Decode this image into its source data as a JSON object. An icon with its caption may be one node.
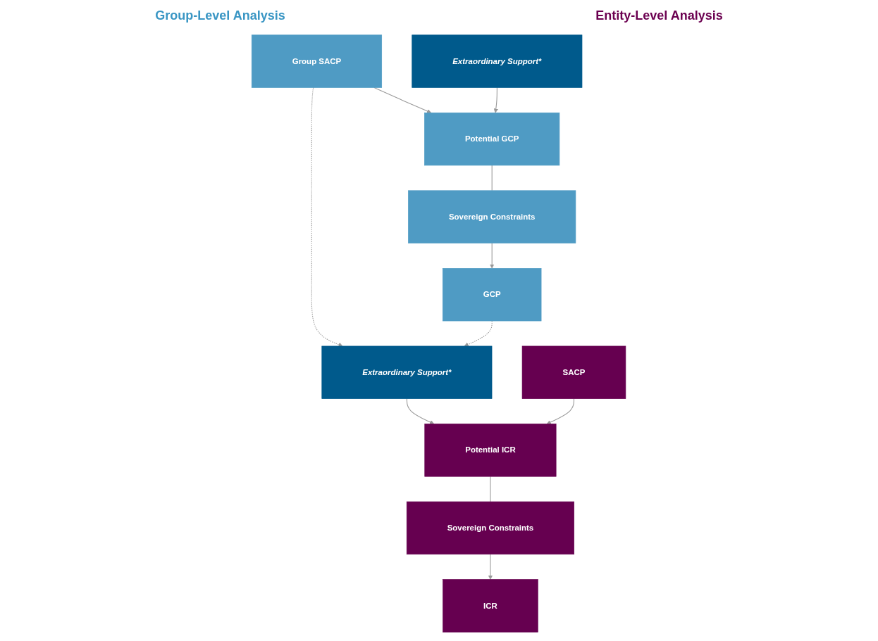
{
  "diagram": {
    "nodes": [
      {
        "text": [
          "Group SACP"
        ]
      },
      {
        "text": [
          "Extraordinary Support*"
        ]
      },
      {
        "text": [
          "Potential GCP"
        ]
      },
      {
        "text": [
          "Sovereign Constraints"
        ]
      },
      {
        "text": [
          "GCP"
        ]
      },
      {
        "text": [
          "Extraordinary Support*"
        ]
      },
      {
        "text": [
          "SACP"
        ]
      },
      {
        "text": [
          "Potential ICR"
        ]
      },
      {
        "text": [
          "Sovereign Constraints"
        ]
      },
      {
        "text": [
          "ICR"
        ]
      }
    ],
    "edges": [
      {
        "from": 0,
        "to": 2,
        "arrow": "to"
      },
      {
        "from": 1,
        "to": 2,
        "arrow": "to"
      },
      {
        "from": 2,
        "to": 3,
        "arrow": "none"
      },
      {
        "from": 3,
        "to": 4,
        "arrow": "to"
      },
      {
        "from": 0,
        "to": 5,
        "arrow": "to",
        "style": "dashed"
      },
      {
        "from": 4,
        "to": 5,
        "arrow": "to",
        "style": "dashed"
      },
      {
        "from": 5,
        "to": 7,
        "arrow": "to"
      },
      {
        "from": 6,
        "to": 7,
        "arrow": "to"
      },
      {
        "from": 7,
        "to": 8,
        "arrow": "none"
      },
      {
        "from": 8,
        "to": 9,
        "arrow": "to"
      }
    ],
    "labels": [
      "Group-Level Analysis",
      "Entity-Level Analysis"
    ]
  }
}
